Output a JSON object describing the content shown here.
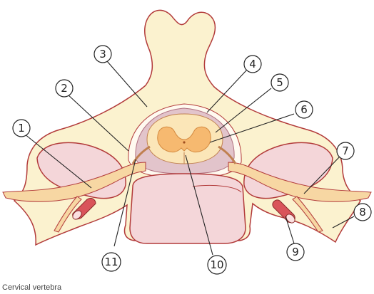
{
  "caption": "Cervical vertebra",
  "callouts": [
    {
      "number": "1"
    },
    {
      "number": "2"
    },
    {
      "number": "3"
    },
    {
      "number": "4"
    },
    {
      "number": "5"
    },
    {
      "number": "6"
    },
    {
      "number": "7"
    },
    {
      "number": "8"
    },
    {
      "number": "9"
    },
    {
      "number": "10"
    },
    {
      "number": "11"
    }
  ],
  "colors": {
    "bone": "#fbf2cf",
    "bone_outline": "#b23a3a",
    "disc": "#f4d6d9",
    "dura": "#e2c4cb",
    "cord": "#fbe6b8",
    "grey_matter": "#f6b970",
    "nerve": "#f7d7a3",
    "artery": "#d9545a"
  }
}
